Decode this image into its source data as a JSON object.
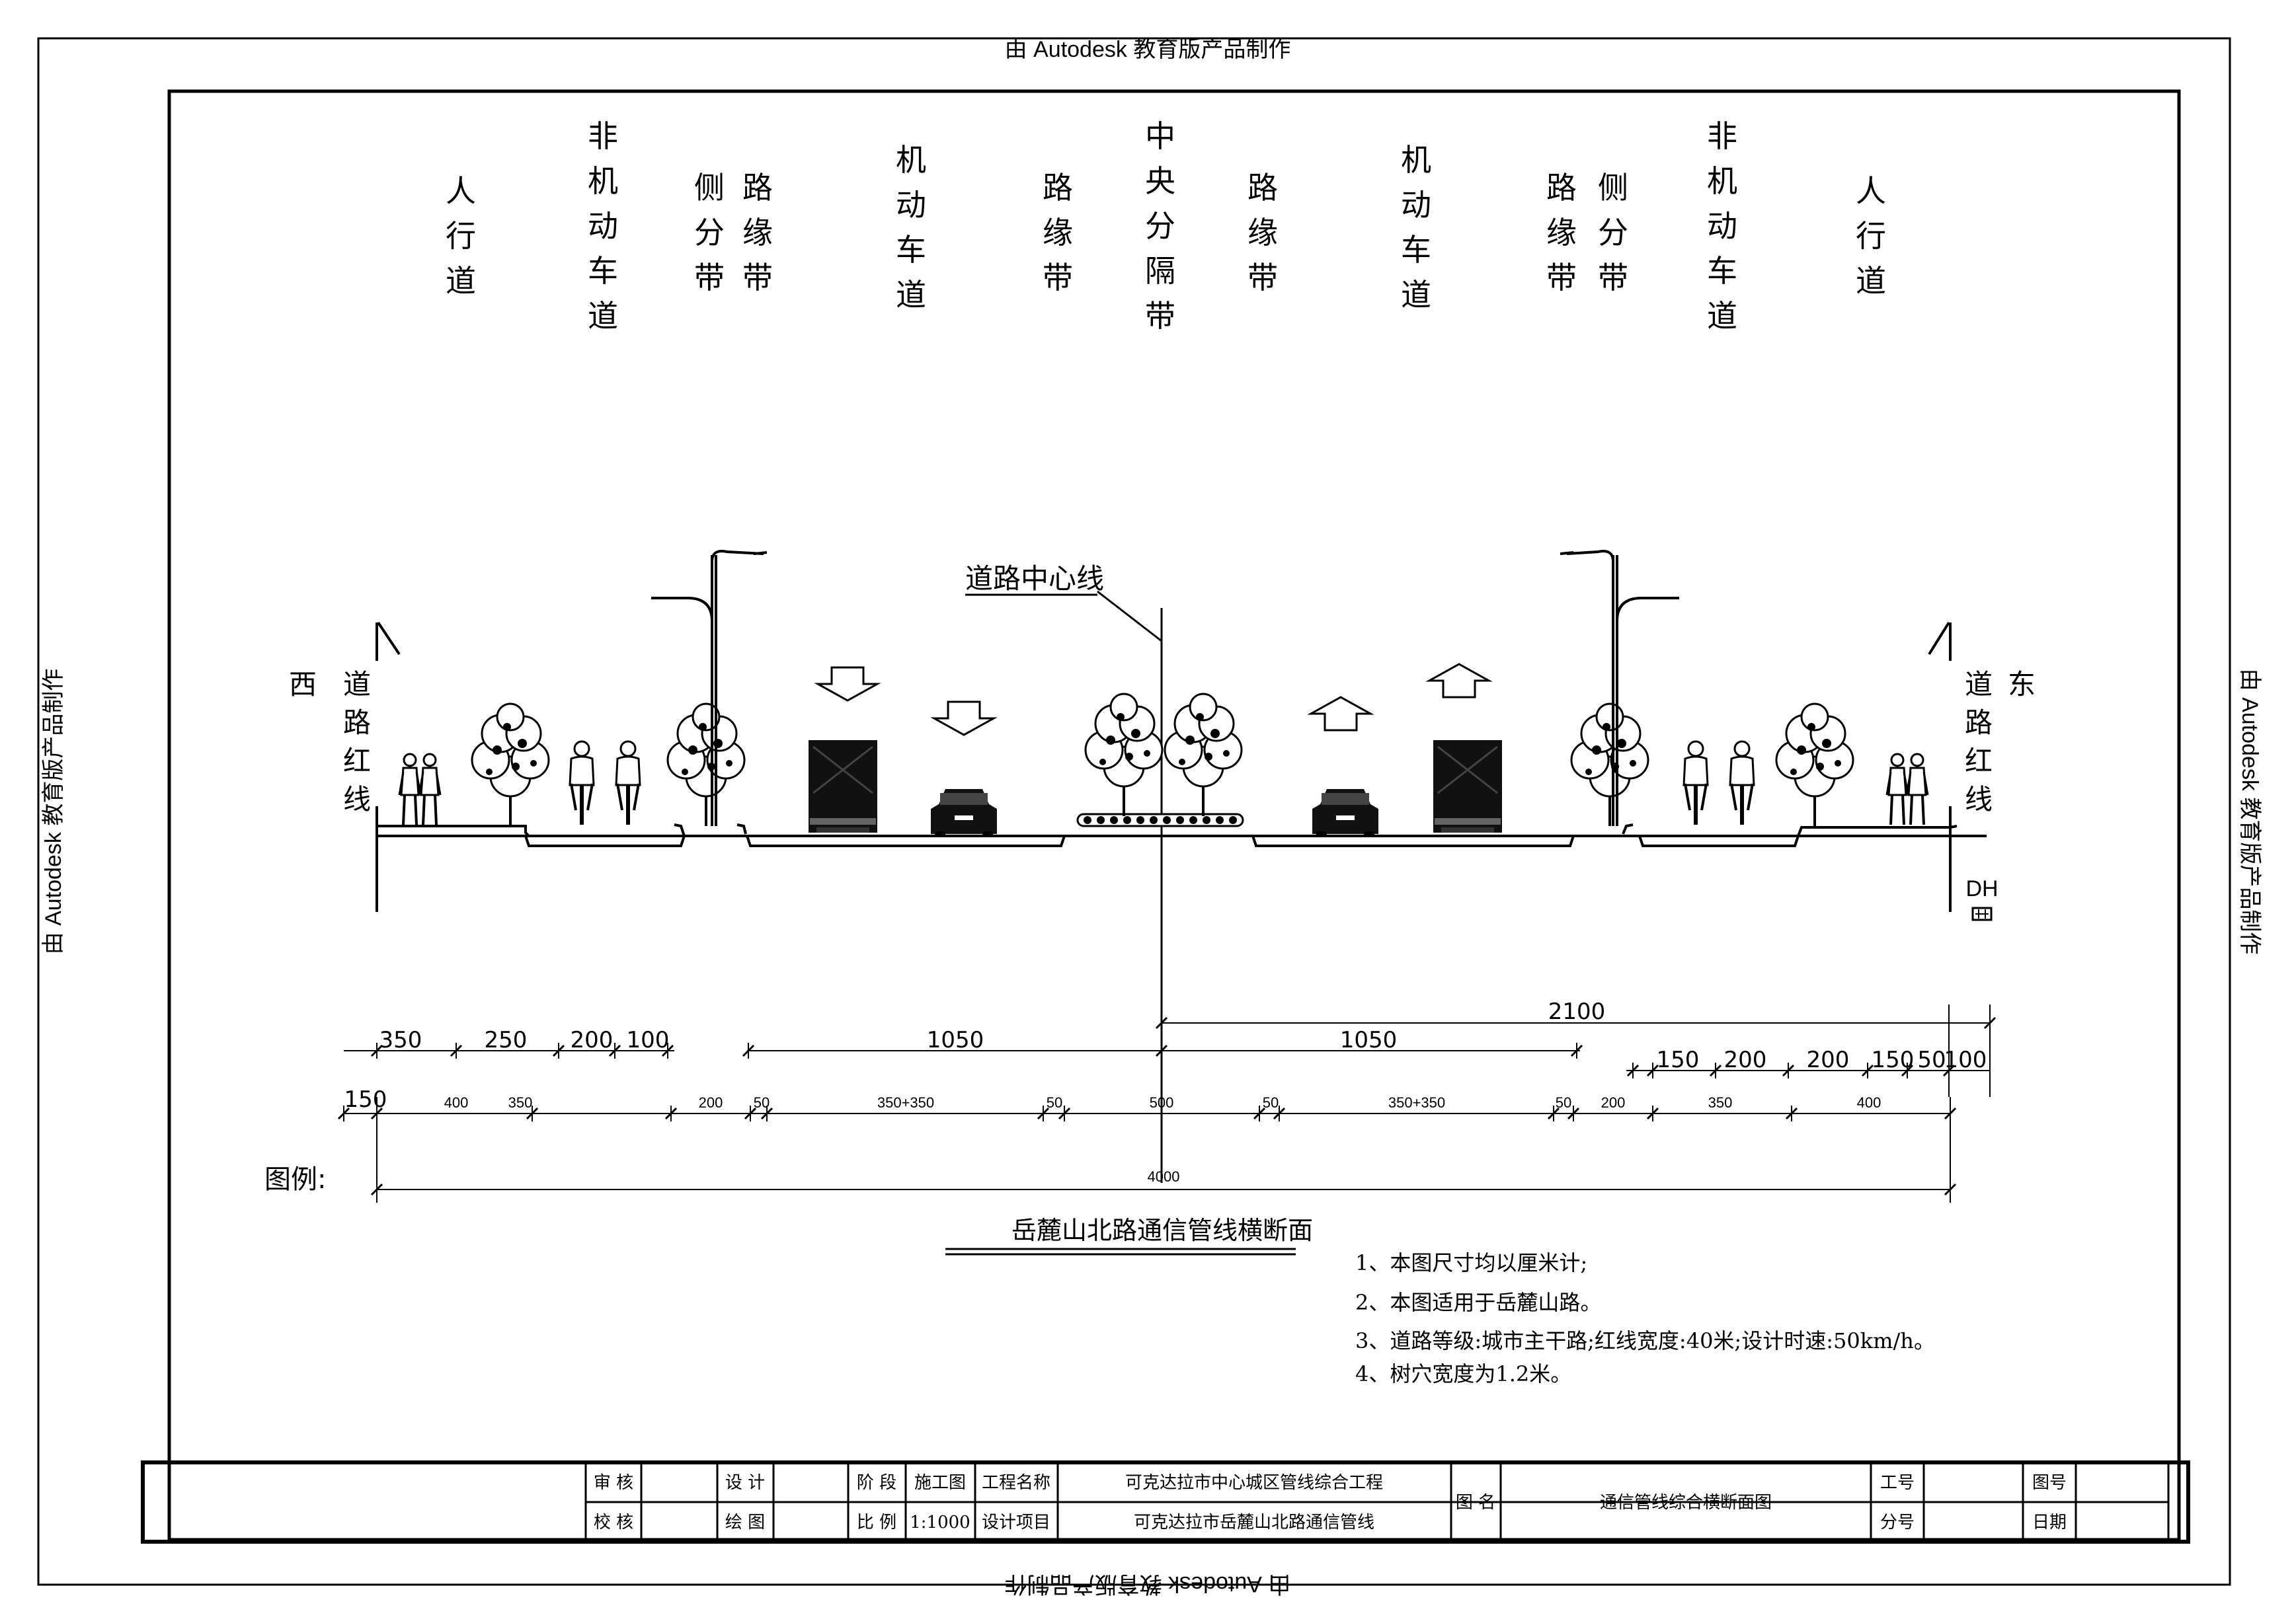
{
  "stamp": {
    "text": "由 Autodesk 教育版产品制作"
  },
  "zone_labels": [
    {
      "lines": [
        "人",
        "行",
        "道"
      ]
    },
    {
      "lines": [
        "非",
        "机",
        "动",
        "车",
        "道"
      ]
    },
    {
      "lines": [
        "侧",
        "分",
        "带"
      ]
    },
    {
      "lines": [
        "路",
        "缘",
        "带"
      ]
    },
    {
      "lines": [
        "机",
        "动",
        "车",
        "道"
      ]
    },
    {
      "lines": [
        "路",
        "缘",
        "带"
      ]
    },
    {
      "lines": [
        "中",
        "央",
        "分",
        "隔",
        "带"
      ]
    },
    {
      "lines": [
        "路",
        "缘",
        "带"
      ]
    },
    {
      "lines": [
        "机",
        "动",
        "车",
        "道"
      ]
    },
    {
      "lines": [
        "路",
        "缘",
        "带"
      ]
    },
    {
      "lines": [
        "侧",
        "分",
        "带"
      ]
    },
    {
      "lines": [
        "非",
        "机",
        "动",
        "车",
        "道"
      ]
    },
    {
      "lines": [
        "人",
        "行",
        "道"
      ]
    }
  ],
  "section": {
    "centerline_label": "道路中心线",
    "west": "西",
    "east": "东",
    "red_line_chars": [
      "道",
      "路",
      "红",
      "线"
    ],
    "dh_label": "DH",
    "legend_label": "图例:",
    "title": "岳麓山北路通信管线横断面"
  },
  "dimensions": {
    "row1_left": [
      "350",
      "250",
      "200",
      "100"
    ],
    "row1_mid_left": "1050",
    "row1_mid_right": "1050",
    "row1_right": [
      "150",
      "200",
      "200",
      "150",
      "50",
      "100"
    ],
    "total_half": "2100",
    "left_150": "150",
    "row2": [
      "400",
      "350",
      "200",
      "50",
      "350+350",
      "50",
      "500",
      "50",
      "350+350",
      "50",
      "200",
      "350",
      "400"
    ],
    "total": "4000"
  },
  "notes": [
    "1、本图尺寸均以厘米计;",
    "2、本图适用于岳麓山路。",
    "3、道路等级:城市主干路;红线宽度:40米;设计时速:50km/h。",
    "4、树穴宽度为1.2米。"
  ],
  "title_block": {
    "review": "审 核",
    "check": "校 核",
    "design": "设 计",
    "draw": "绘 图",
    "stage_label": "阶 段",
    "stage_value": "施工图",
    "scale_label": "比 例",
    "scale_value": "1:1000",
    "project_label": "工程名称",
    "project_value": "可克达拉市中心城区管线综合工程",
    "item_label": "设计项目",
    "item_value": "可克达拉市岳麓山北路通信管线",
    "drawing_name_label": "图 名",
    "drawing_name_value": "通信管线综合横断面图",
    "job_no_label": "工号",
    "sub_no_label": "分号",
    "drawing_no_label": "图号",
    "date_label": "日期"
  },
  "icons": {
    "figures": [
      "lamp-post-icon",
      "pedestrian-icon",
      "cyclist-icon",
      "tree-icon",
      "truck-icon",
      "car-icon",
      "direction-arrow-icon",
      "hedge-icon"
    ]
  }
}
